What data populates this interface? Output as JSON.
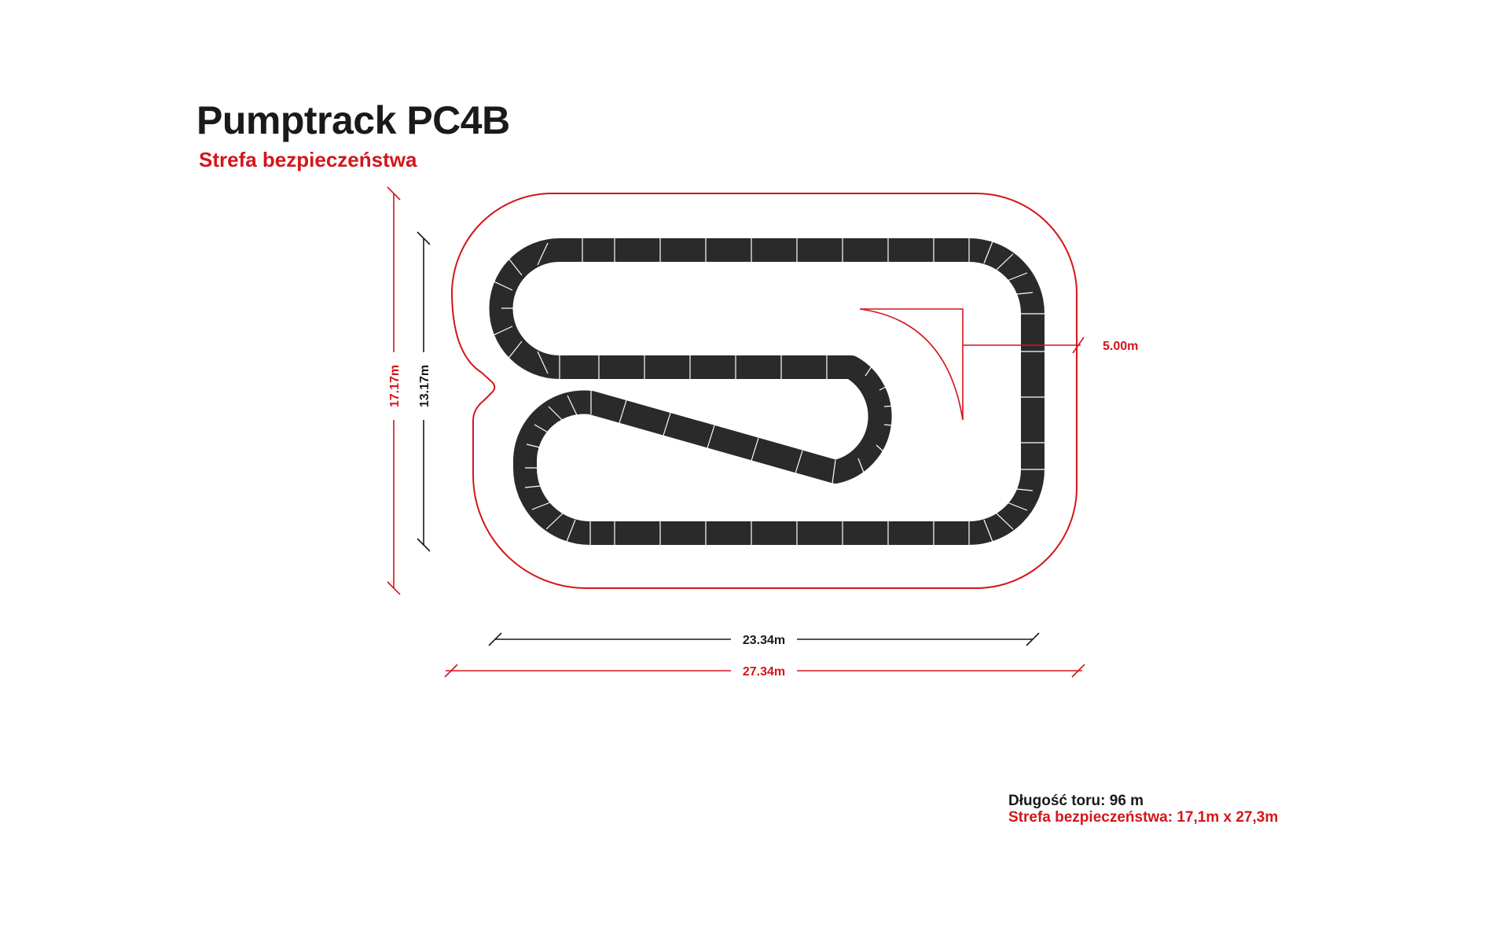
{
  "header": {
    "title": "Pumptrack PC4B",
    "subtitle": "Strefa bezpieczeństwa"
  },
  "dimensions": {
    "outer_height": "17.17m",
    "inner_height": "13.17m",
    "inner_width": "23.34m",
    "outer_width": "27.34m",
    "zone_offset": "5.00m"
  },
  "info": {
    "track_length": "Długość toru: 96 m",
    "safety_zone": "Strefa bezpieczeństwa: 17,1m x 27,3m"
  },
  "colors": {
    "accent_red": "#d4151b",
    "track_dark": "#2b2a2a",
    "text_dark": "#1a1a1a"
  }
}
